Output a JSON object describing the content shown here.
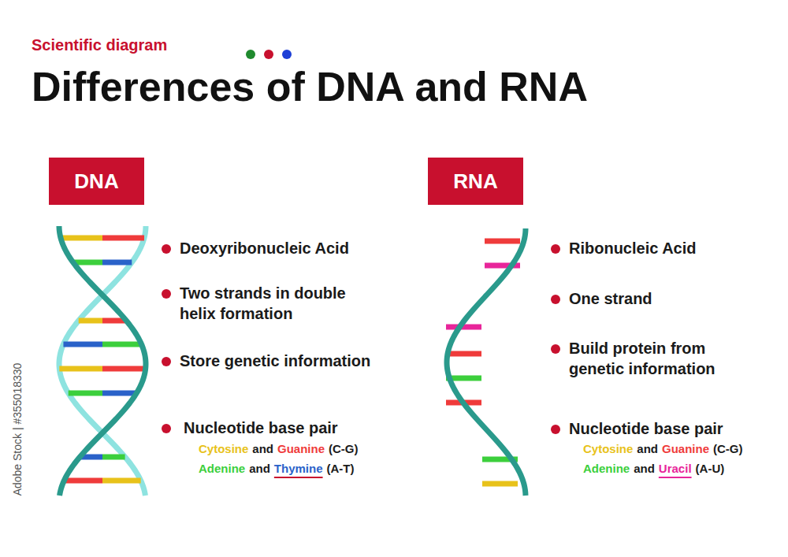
{
  "diagram": {
    "title": "Differences of DNA and RNA",
    "nodes": [
      {
        "text": [
          "DNA"
        ]
      },
      {
        "text": [
          "RNA"
        ]
      }
    ],
    "labels": [
      "Scientific diagram",
      "Deoxyribonucleic Acid",
      "Two strands in double helix formation",
      "Store genetic information",
      "Nucleotide base pair",
      "Cytosine",
      "and",
      "Guanine",
      "(C-G)",
      "Adenine",
      "and",
      "Thymine",
      "(A-T)",
      "Ribonucleic Acid",
      "One strand",
      "Build protein from genetic information",
      "Nucleotide base pair",
      "Cytosine",
      "and",
      "Guanine",
      "(C-G)",
      "Adenine",
      "and",
      "Uracil",
      "(A-U)",
      "Adobe Stock | #355018330"
    ]
  }
}
